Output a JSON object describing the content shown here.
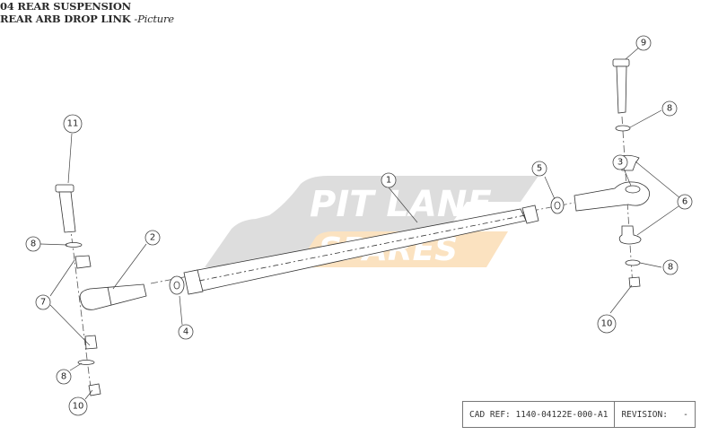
{
  "header": {
    "section": "04 REAR SUSPENSION",
    "assembly": "REAR ARB DROP LINK",
    "view_suffix": "-Picture"
  },
  "watermark": {
    "line1": "PIT LANE",
    "line2": "SPARES",
    "colors": {
      "grey": "#dcdcdc",
      "orange": "#fbe3c4",
      "text": "#ffffff"
    }
  },
  "callouts": [
    {
      "id": "1",
      "label": "1"
    },
    {
      "id": "2",
      "label": "2"
    },
    {
      "id": "3",
      "label": "3"
    },
    {
      "id": "4",
      "label": "4"
    },
    {
      "id": "5",
      "label": "5"
    },
    {
      "id": "6",
      "label": "6"
    },
    {
      "id": "7",
      "label": "7"
    },
    {
      "id": "8a",
      "label": "8"
    },
    {
      "id": "8b",
      "label": "8"
    },
    {
      "id": "8c",
      "label": "8"
    },
    {
      "id": "8d",
      "label": "8"
    },
    {
      "id": "9",
      "label": "9"
    },
    {
      "id": "10a",
      "label": "10"
    },
    {
      "id": "10b",
      "label": "10"
    },
    {
      "id": "11",
      "label": "11"
    }
  ],
  "title_block": {
    "cad_ref": "CAD REF: 1140-04122E-000-A1",
    "revision": "REVISION:   -"
  }
}
